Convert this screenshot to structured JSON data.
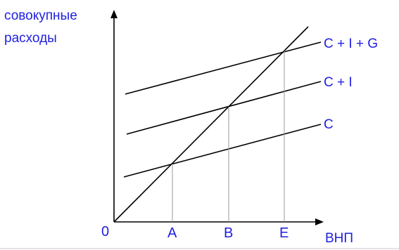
{
  "axes": {
    "y_label_line1": "совокупные",
    "y_label_line2": "расходы",
    "x_label": "ВНП",
    "origin_label": "0"
  },
  "ticks": {
    "a": "A",
    "b": "B",
    "e": "E"
  },
  "lines": {
    "c": "C",
    "ci": "C + I",
    "cig": "C + I + G"
  },
  "colors": {
    "text": "#1f1fe0",
    "lines": "#000000",
    "guides": "#999999"
  }
}
